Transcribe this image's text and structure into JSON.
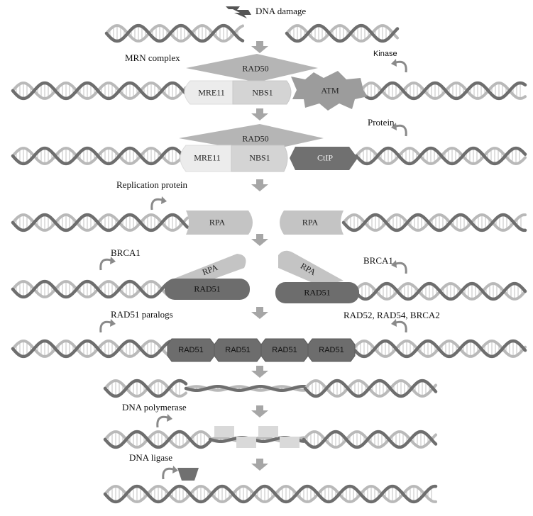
{
  "title": "DNA damage",
  "steps": {
    "s1": {
      "complex_label": "MRN complex",
      "kinase_label": "Kinase",
      "rad50": "RAD50",
      "mre11": "MRE11",
      "nbs1": "NBS1",
      "atm": "ATM"
    },
    "s2": {
      "protein_label": "Protein",
      "rad50": "RAD50",
      "mre11": "MRE11",
      "nbs1": "NBS1",
      "ctip": "CtIP"
    },
    "s3": {
      "replication_label": "Replication protein",
      "rpa_left": "RPA",
      "rpa_right": "RPA"
    },
    "s4": {
      "brca1_left": "BRCA1",
      "brca1_right": "BRCA1",
      "rpa_left": "RPA",
      "rpa_right": "RPA",
      "rad51_left": "RAD51",
      "rad51_right": "RAD51"
    },
    "s5": {
      "paralogs_label": "RAD51 paralogs",
      "rad52_label": "RAD52, RAD54, BRCA2",
      "rad51": [
        "RAD51",
        "RAD51",
        "RAD51",
        "RAD51"
      ]
    },
    "s7": {
      "polymerase_label": "DNA polymerase"
    },
    "s8": {
      "ligase_label": "DNA ligase"
    }
  },
  "colors": {
    "dna_dark": "#6e6e6e",
    "dna_light": "#b9b9b9",
    "rung": "#d3d3d3",
    "arrow": "#a6a6a6",
    "rad50": "#b5b5b5",
    "mre11": "#ececec",
    "nbs1": "#d6d6d6",
    "atm": "#9c9c9c",
    "ctip": "#707070",
    "rpa": "#c4c4c4",
    "rad51": "#6d6d6d"
  },
  "icons": [
    "lightning-icon",
    "curved-arrow-icon",
    "down-arrow-icon"
  ]
}
